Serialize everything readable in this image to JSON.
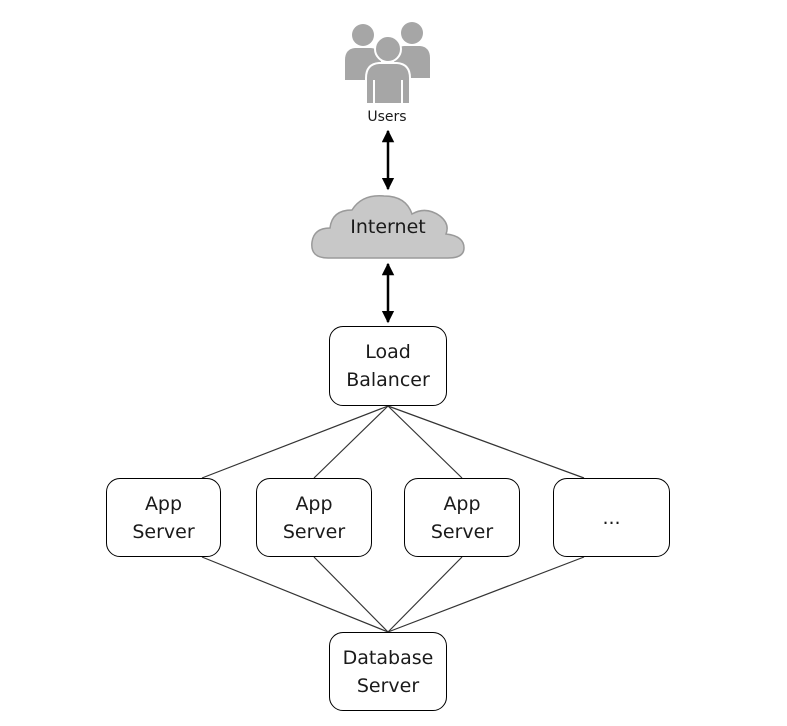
{
  "users": {
    "label": "Users",
    "icon": "users-group-icon"
  },
  "internet": {
    "label": "Internet",
    "icon": "cloud-icon"
  },
  "load_balancer": {
    "label": "Load\nBalancer"
  },
  "app_servers": [
    {
      "label": "App\nServer"
    },
    {
      "label": "App\nServer"
    },
    {
      "label": "App\nServer"
    },
    {
      "label": "..."
    }
  ],
  "database": {
    "label": "Database\nServer"
  },
  "colors": {
    "icon_fill": "#a6a6a6",
    "cloud_fill": "#c8c8c8",
    "stroke": "#000000",
    "connector": "#333333"
  }
}
